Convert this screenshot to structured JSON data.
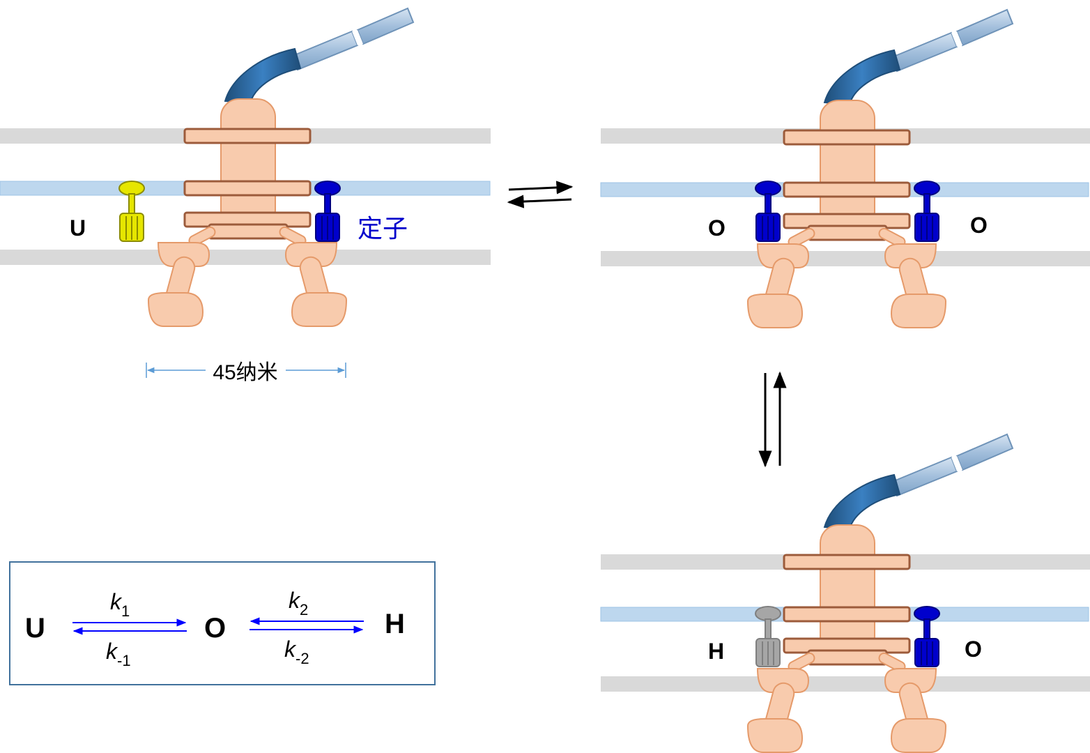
{
  "labels": {
    "motor1_left_state": "U",
    "motor1_stator_label": "定子",
    "motor2_left_state": "O",
    "motor2_right_state": "O",
    "motor3_left_state": "H",
    "motor3_right_state": "O",
    "scale_bar": "45纳米"
  },
  "kinetics": {
    "state_u": "U",
    "state_o": "O",
    "state_h": "H",
    "k1": "k",
    "k1_sub": "1",
    "k_minus1": "k",
    "k_minus1_sub": "-1",
    "k2": "k",
    "k2_sub": "2",
    "k_minus2": "k",
    "k_minus2_sub": "-2"
  },
  "colors": {
    "membrane_gray": "#d9d9d9",
    "membrane_blue": "#bdd7ee",
    "motor_fill": "#f8cbad",
    "motor_stroke": "#e59a6a",
    "motor_dark": "#9c5b3b",
    "hook": "#2e75b6",
    "filament": "#a9c4e0",
    "stator_blue": "#0000cc",
    "stator_yellow": "#e6e600",
    "stator_gray": "#a6a6a6",
    "scale_line": "#5b9bd5",
    "kinetics_arrow": "#0000ff",
    "box_border": "#41719c"
  },
  "icons": {
    "stator": "stator-unit-icon",
    "equilibrium": "equilibrium-arrows-icon"
  }
}
